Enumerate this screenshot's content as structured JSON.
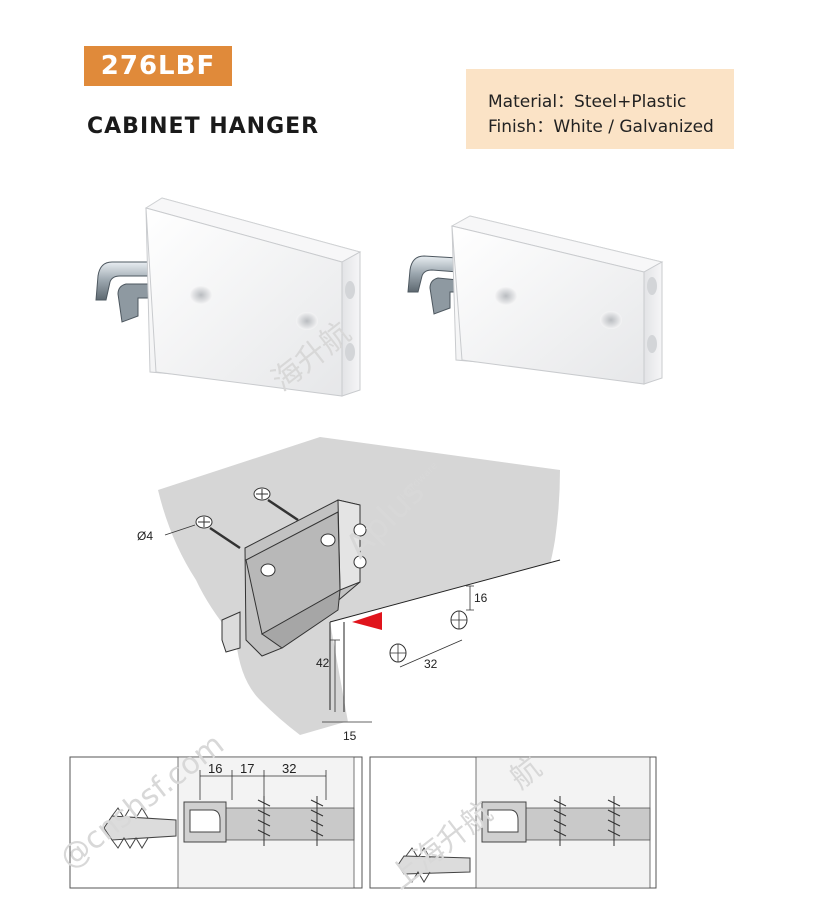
{
  "product": {
    "code": "276LBF",
    "name": "CABINET HANGER",
    "material": "Material：Steel+Plastic",
    "finish": "Finish：White / Galvanized",
    "colors": {
      "badge": "#e08a3a",
      "spec_box": "#fbe3c6",
      "arrow": "#e0141c"
    }
  },
  "dimensions": {
    "screw_diameter": "Ø4",
    "hole_vertical": "16",
    "hole_spacing": "32",
    "height": "42",
    "depth": "15",
    "section_a": "16",
    "section_b": "17",
    "section_c": "32"
  },
  "watermarks": {
    "site": "@cnshsf.com",
    "brand": "Aplus",
    "brand_small": "Hardware",
    "cn_1": "海升航",
    "cn_2": "上海升航",
    "cn_3": "航"
  }
}
